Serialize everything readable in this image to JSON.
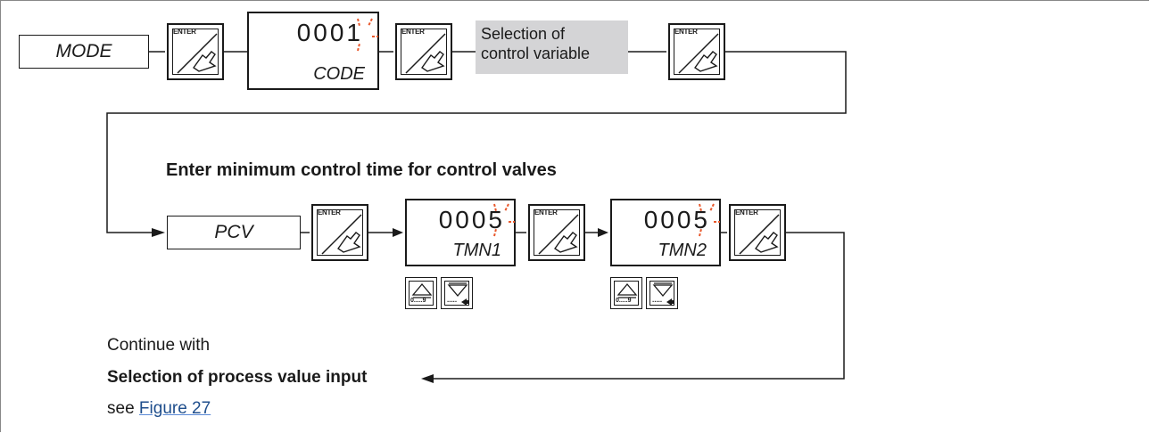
{
  "colors": {
    "line": "#1a1a1a",
    "blink": "#e8572a",
    "gray_box": "#d4d4d6",
    "link": "#1f4e8c"
  },
  "row1": {
    "mode_label": "MODE",
    "code_display": {
      "digits": "0001",
      "label": "CODE"
    },
    "selection_box": {
      "line1": "Selection of",
      "line2": "control variable"
    }
  },
  "heading": "Enter minimum control time for control valves",
  "row2": {
    "pcv_label": "PCV",
    "tmn1_display": {
      "digits": "0005",
      "label": "TMN1"
    },
    "tmn2_display": {
      "digits": "0005",
      "label": "TMN2"
    }
  },
  "buttons": {
    "enter_text": "ENTER",
    "up_key_text": "0.....9",
    "left_key_text": "....."
  },
  "footer": {
    "line1": "Continue with",
    "line2": "Selection of process value input",
    "line3_prefix": "see ",
    "line3_link": "Figure 27"
  },
  "icons": [
    "enter-hand-icon",
    "blink-indicator-icon",
    "up-arrow-key-icon",
    "down-arrow-key-icon",
    "left-arrow-icon"
  ]
}
